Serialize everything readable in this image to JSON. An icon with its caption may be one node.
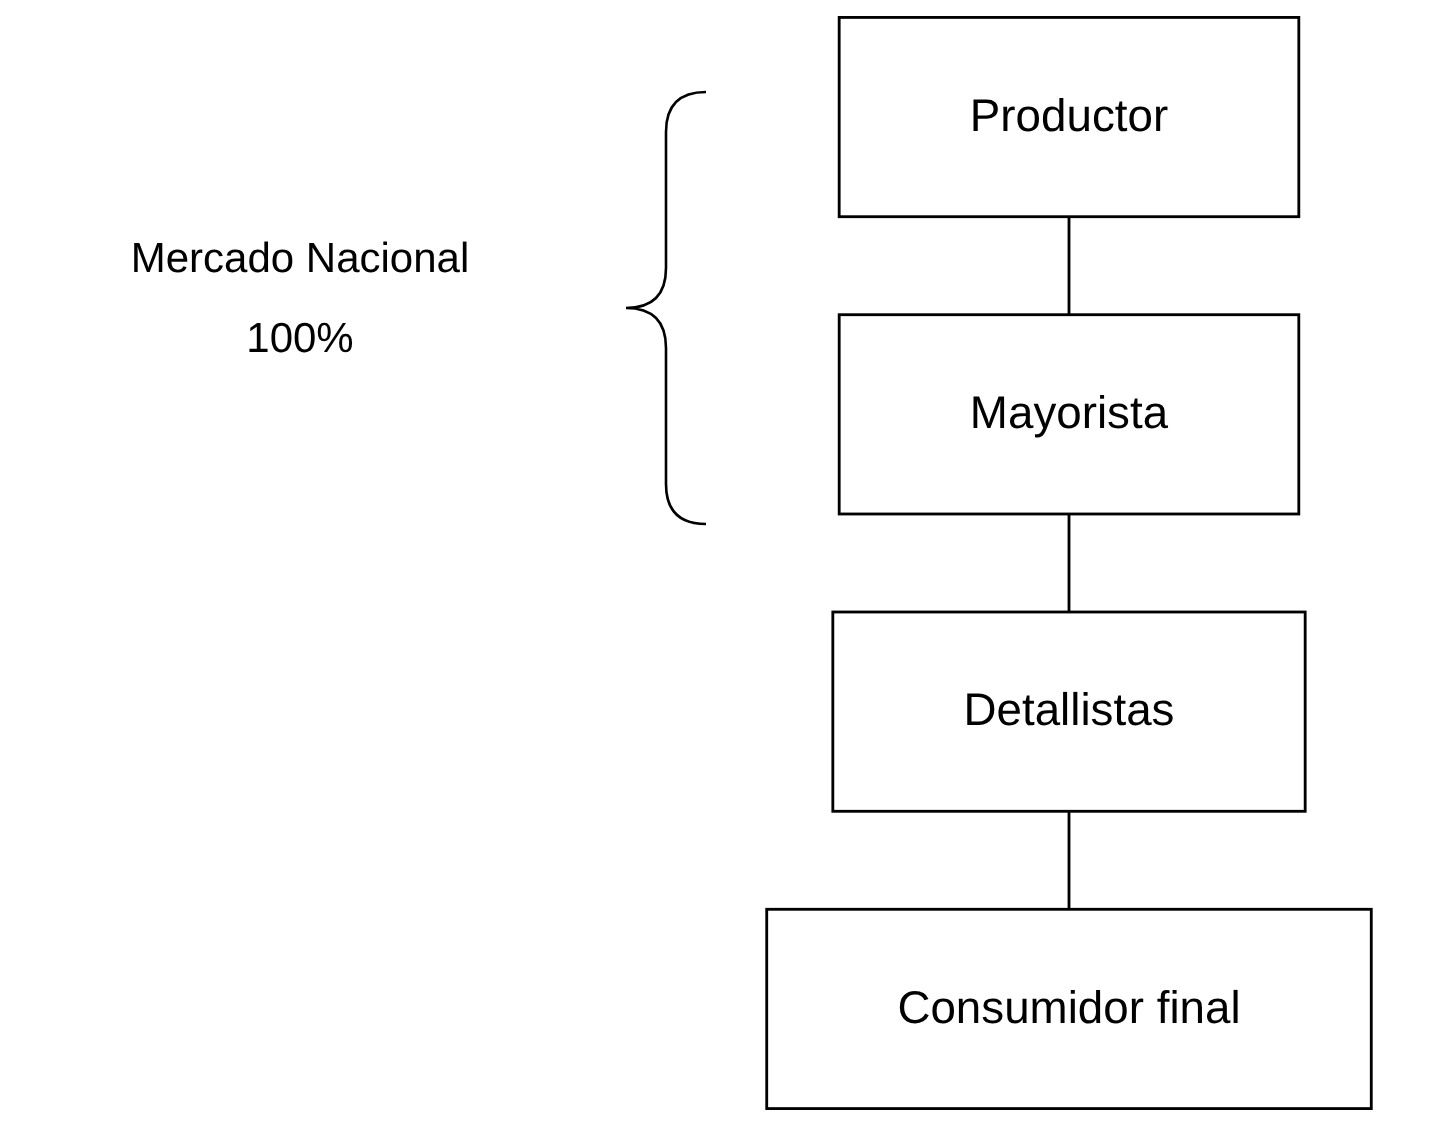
{
  "diagram": {
    "nodes": [
      {
        "text": [
          "Productor"
        ]
      },
      {
        "text": [
          "Mayorista"
        ]
      },
      {
        "text": [
          "Detallistas"
        ]
      },
      {
        "text": [
          "Consumidor final"
        ]
      }
    ],
    "edges": [
      {
        "from": 0,
        "to": 1,
        "arrow": "none"
      },
      {
        "from": 1,
        "to": 2,
        "arrow": "none"
      },
      {
        "from": 2,
        "to": 3,
        "arrow": "none"
      }
    ],
    "labels": [
      "Mercado Nacional",
      "100%"
    ]
  }
}
